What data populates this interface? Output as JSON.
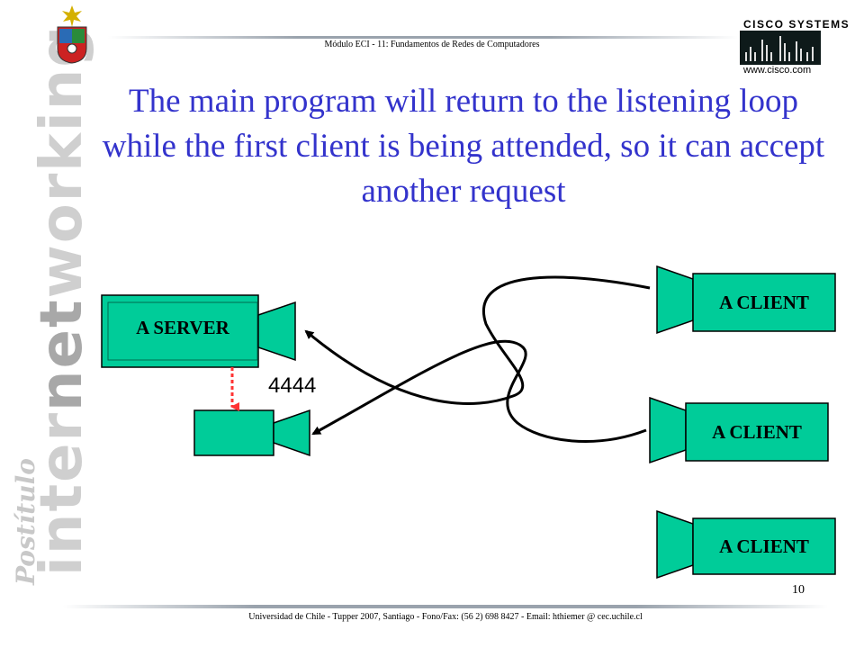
{
  "header": {
    "course": "Módulo ECI - 11: Fundamentos de Redes de Computadores"
  },
  "logos": {
    "cisco_name": "CISCO SYSTEMS",
    "cisco_url": "www.cisco.com",
    "brand_postitulo": "Postítulo",
    "brand_inter": "inter",
    "brand_net": "net",
    "brand_working": "working"
  },
  "title": "The main program will return to the listening loop while the first client is being attended, so it can accept another request",
  "diagram": {
    "server_label": "A SERVER",
    "port_label": "4444",
    "clients": [
      "A CLIENT",
      "A CLIENT",
      "A CLIENT"
    ]
  },
  "footer": {
    "text": "Universidad de Chile - Tupper 2007, Santiago - Fono/Fax: (56 2) 698 8427 - Email: hthiemer @ cec.uchile.cl",
    "slide_number": "10"
  },
  "colors": {
    "box_fill": "#00cc99",
    "title": "#3333cc",
    "dashed_link": "#ff3333"
  }
}
